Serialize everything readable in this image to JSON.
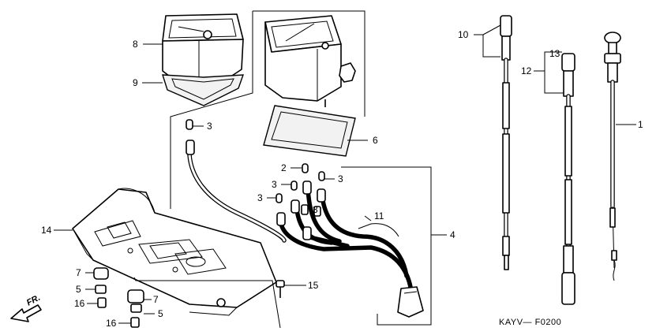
{
  "diagram": {
    "callouts": [
      {
        "id": "c1",
        "label": "1"
      },
      {
        "id": "c2",
        "label": "2"
      },
      {
        "id": "c3a",
        "label": "3"
      },
      {
        "id": "c3b",
        "label": "3"
      },
      {
        "id": "c3c",
        "label": "3"
      },
      {
        "id": "c3d",
        "label": "3"
      },
      {
        "id": "c3e",
        "label": "3"
      },
      {
        "id": "c4",
        "label": "4"
      },
      {
        "id": "c5a",
        "label": "5"
      },
      {
        "id": "c5b",
        "label": "5"
      },
      {
        "id": "c6",
        "label": "6"
      },
      {
        "id": "c7a",
        "label": "7"
      },
      {
        "id": "c7b",
        "label": "7"
      },
      {
        "id": "c8",
        "label": "8"
      },
      {
        "id": "c9",
        "label": "9"
      },
      {
        "id": "c10",
        "label": "10"
      },
      {
        "id": "c11",
        "label": "11"
      },
      {
        "id": "c12",
        "label": "12"
      },
      {
        "id": "c13",
        "label": "13"
      },
      {
        "id": "c14",
        "label": "14"
      },
      {
        "id": "c15",
        "label": "15"
      },
      {
        "id": "c16a",
        "label": "16"
      },
      {
        "id": "c16b",
        "label": "16"
      }
    ],
    "direction_label": "FR.",
    "diagram_code": "KAYV— F0200"
  }
}
